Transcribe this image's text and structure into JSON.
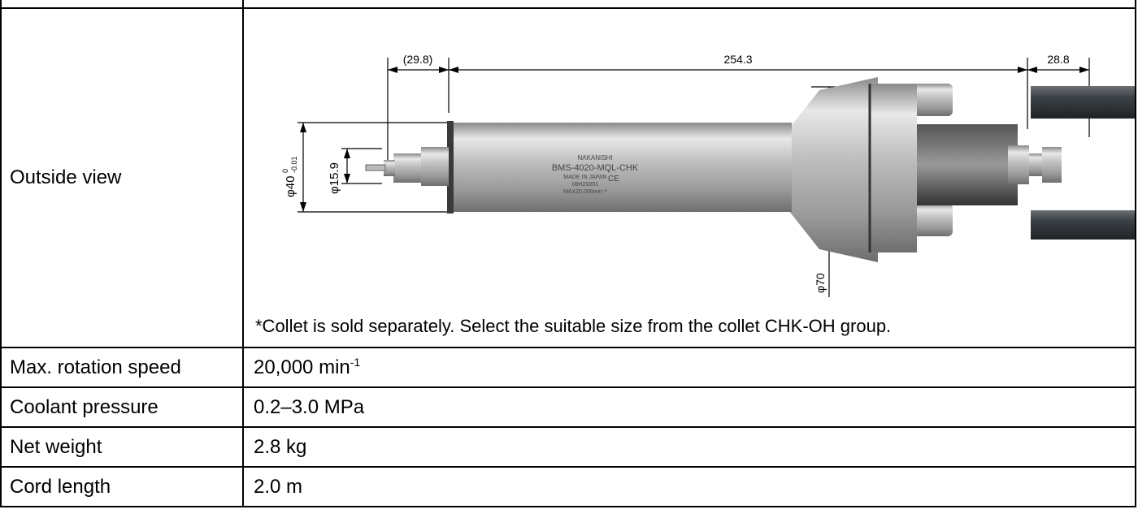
{
  "table": {
    "rows": [
      {
        "label": "Outside view"
      },
      {
        "label": "Max. rotation speed",
        "value": "20,000 min",
        "value_sup": "-1"
      },
      {
        "label": "Coolant pressure",
        "value": "0.2–3.0 MPa"
      },
      {
        "label": "Net weight",
        "value": "2.8 kg"
      },
      {
        "label": "Cord length",
        "value": "2.0 m"
      }
    ]
  },
  "drawing": {
    "dims": {
      "nose_length": "(29.8)",
      "body_length": "254.3",
      "end_length": "28.8",
      "body_diameter_symbol": "φ40",
      "body_diameter_tol_upper": "0",
      "body_diameter_tol_lower": "-0.01",
      "nose_diameter": "φ15.9",
      "housing_diameter": "φ70"
    },
    "product_marking": {
      "brand": "NAKANISHI",
      "model": "BMS-4020-MQL-CHK",
      "origin": "MADE IN JAPAN",
      "ce": "CE",
      "serial": "08H20001",
      "max_speed": "MAX20,000min⁻¹"
    }
  },
  "note": "*Collet is sold separately. Select the suitable size from the collet CHK-OH group."
}
